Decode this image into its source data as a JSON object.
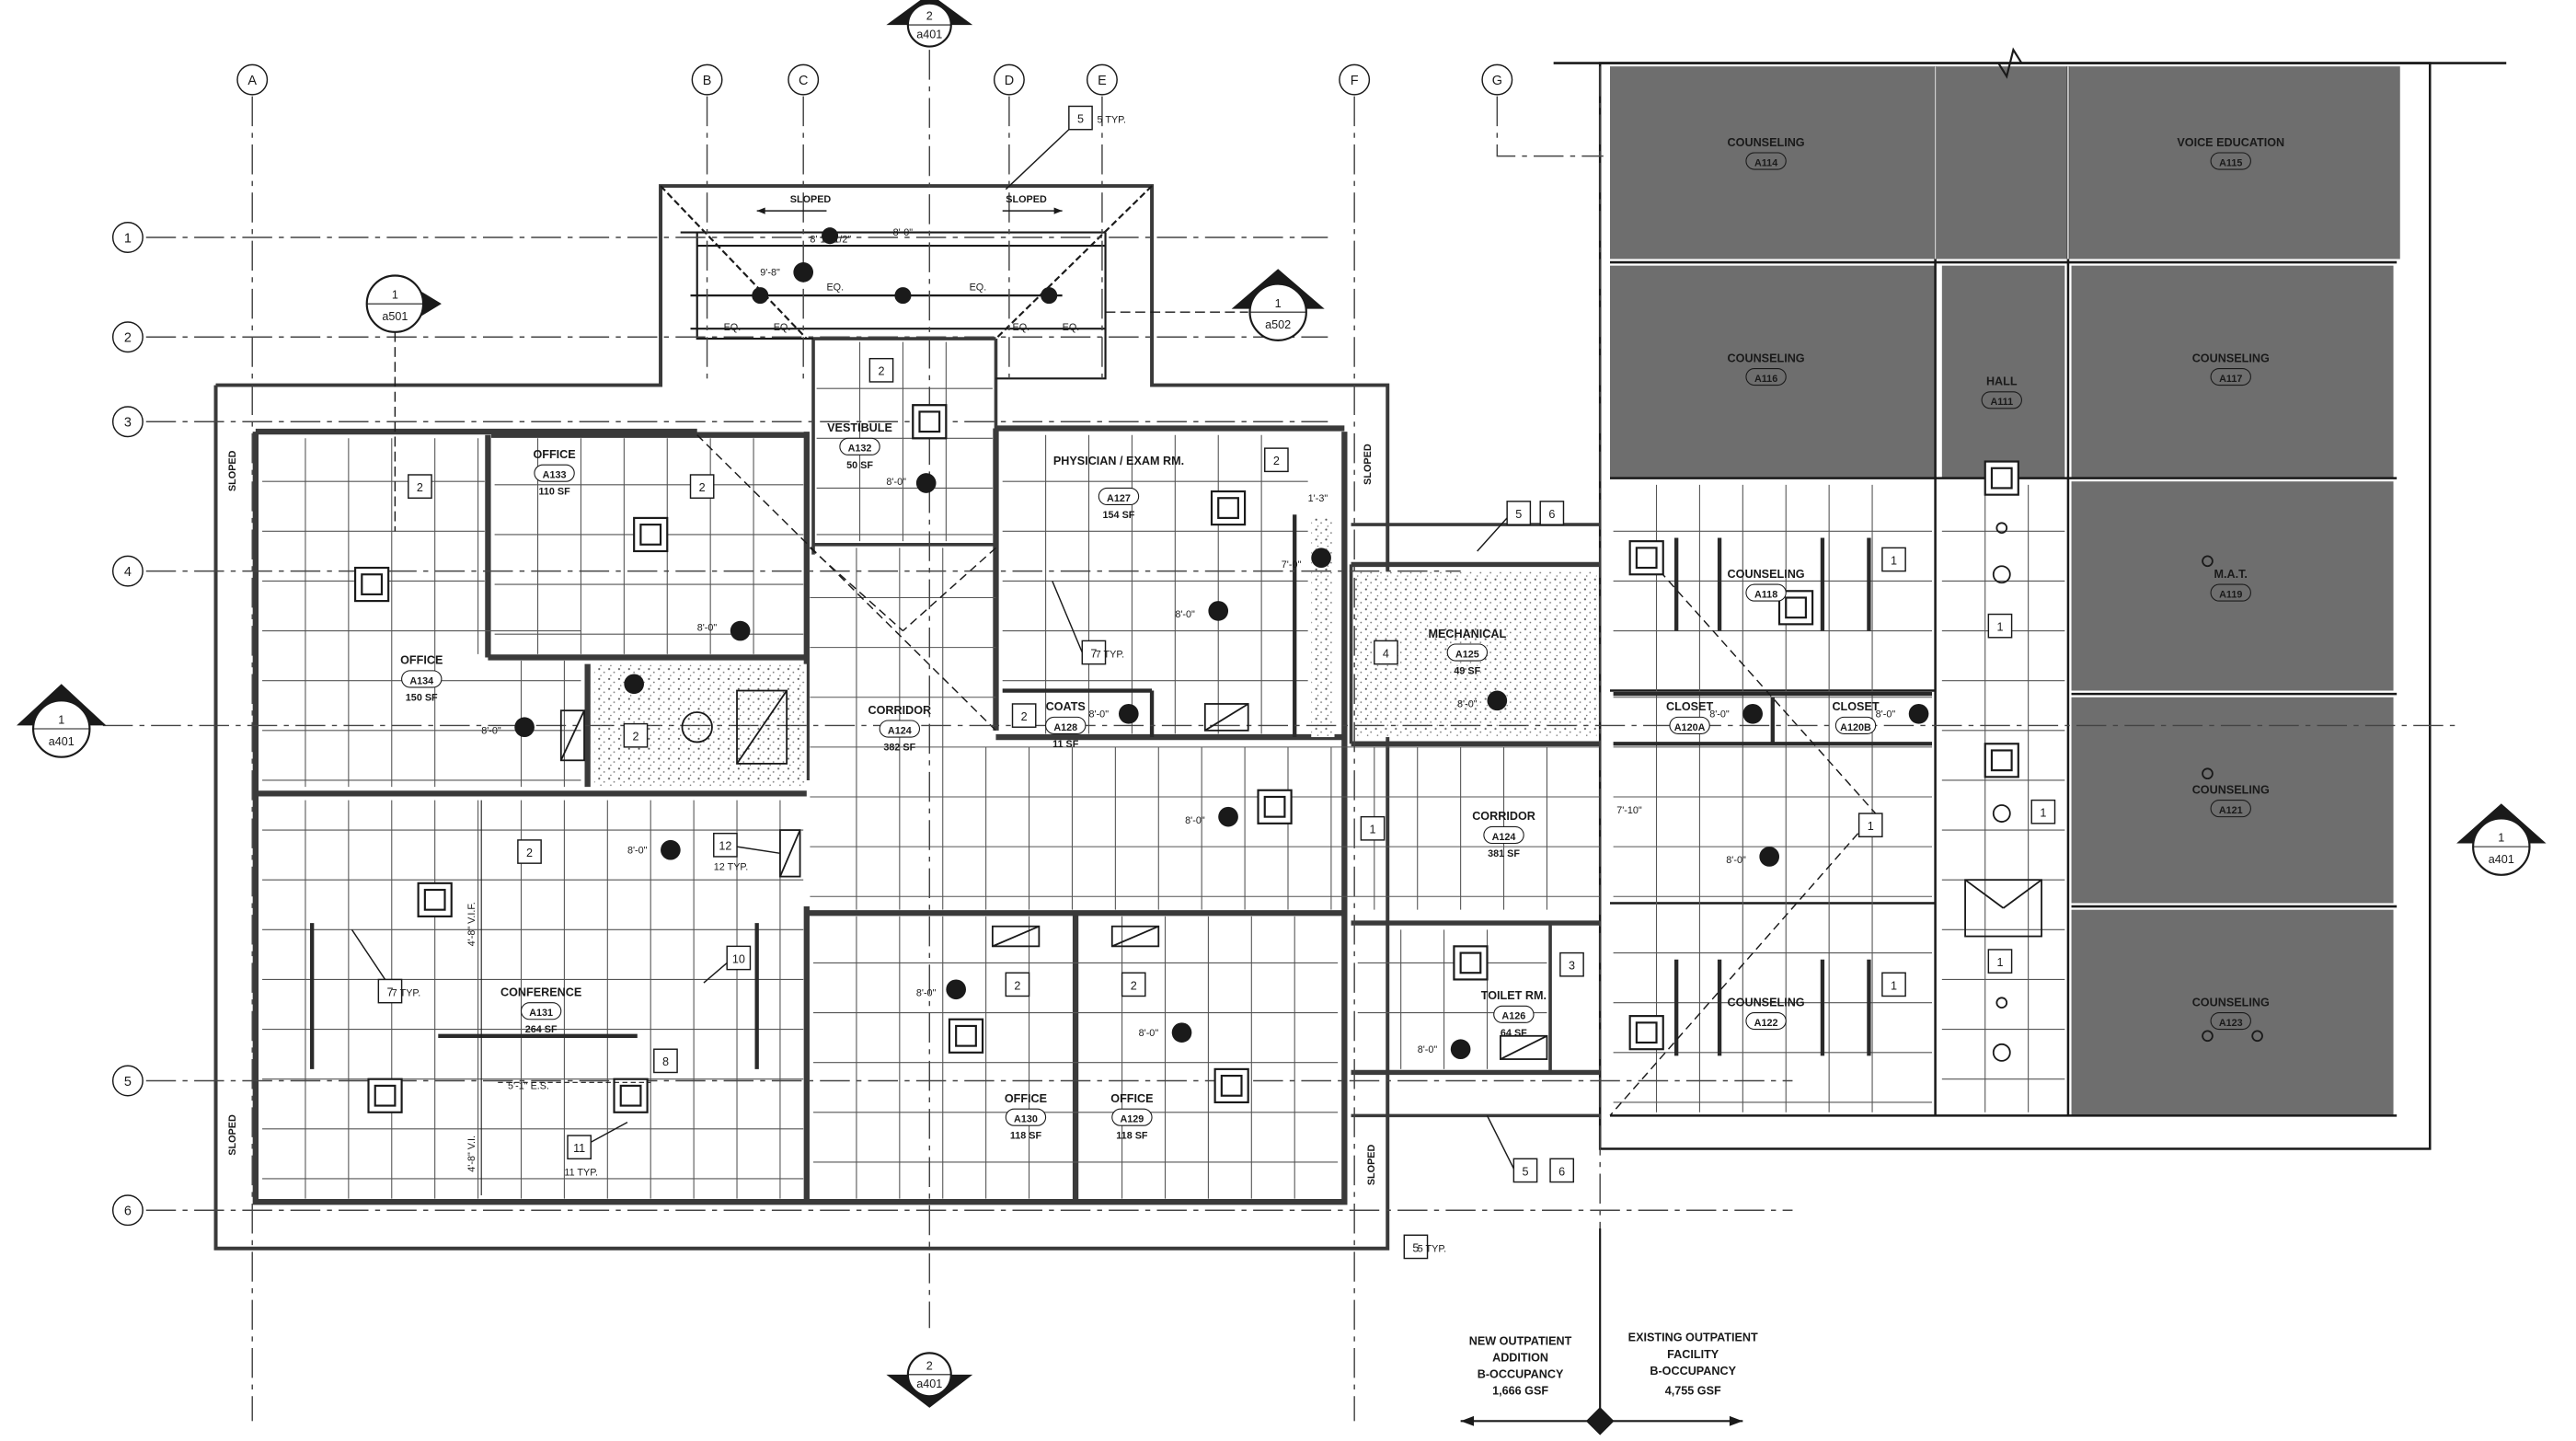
{
  "colors": {
    "line": "#1a1a1a",
    "wall": "#3a3a3a",
    "existing_fill": "#6e6e6e",
    "paper": "#ffffff",
    "stipple": "#d8d8d8"
  },
  "grid_columns": [
    "A",
    "B",
    "C",
    "D",
    "E",
    "F",
    "G"
  ],
  "grid_rows": [
    "1",
    "2",
    "3",
    "4",
    "5",
    "6"
  ],
  "section_marks": [
    {
      "num": "2",
      "sheet": "a401"
    },
    {
      "num": "2",
      "sheet": "a401"
    },
    {
      "num": "1",
      "sheet": "a501"
    },
    {
      "num": "1",
      "sheet": "a502"
    },
    {
      "num": "1",
      "sheet": "a401"
    },
    {
      "num": "1",
      "sheet": "a401"
    }
  ],
  "rooms_new": [
    {
      "name": "OFFICE",
      "number": "A133",
      "area": "110 SF"
    },
    {
      "name": "OFFICE",
      "number": "A134",
      "area": "150 SF"
    },
    {
      "name": "VESTIBULE",
      "number": "A132",
      "area": "50 SF"
    },
    {
      "name": "PHYSICIAN / EXAM RM.",
      "number": "A127",
      "area": "154 SF"
    },
    {
      "name": "CORRIDOR",
      "number": "A124",
      "area": "382 SF"
    },
    {
      "name": "COATS",
      "number": "A128",
      "area": "11 SF"
    },
    {
      "name": "MECHANICAL",
      "number": "A125",
      "area": "49 SF"
    },
    {
      "name": "CONFERENCE",
      "number": "A131",
      "area": "264 SF"
    },
    {
      "name": "OFFICE",
      "number": "A130",
      "area": "118 SF"
    },
    {
      "name": "OFFICE",
      "number": "A129",
      "area": "118 SF"
    },
    {
      "name": "TOILET RM.",
      "number": "A126",
      "area": "64 SF"
    },
    {
      "name": "CORRIDOR",
      "number": "A124",
      "area": "381 SF"
    }
  ],
  "rooms_existing": [
    {
      "name": "COUNSELING",
      "number": "A114"
    },
    {
      "name": "VOICE EDUCATION",
      "number": "A115"
    },
    {
      "name": "COUNSELING",
      "number": "A116"
    },
    {
      "name": "HALL",
      "number": "A111"
    },
    {
      "name": "COUNSELING",
      "number": "A117"
    },
    {
      "name": "COUNSELING",
      "number": "A118"
    },
    {
      "name": "M.A.T.",
      "number": "A119"
    },
    {
      "name": "CLOSET",
      "number": "A120A"
    },
    {
      "name": "CLOSET",
      "number": "A120B"
    },
    {
      "name": "COUNSELING",
      "number": "A121"
    },
    {
      "name": "COUNSELING",
      "number": "A122"
    },
    {
      "name": "COUNSELING",
      "number": "A123"
    }
  ],
  "sloped_notes": [
    "SLOPED",
    "SLOPED",
    "SLOPED",
    "SLOPED",
    "SLOPED",
    "SLOPED"
  ],
  "ceiling_heights": [
    "9'-8\"",
    "8'-0\"",
    "8'-0\"",
    "8'-0\"",
    "8'-0\"",
    "8'-0\"",
    "8'-0\"",
    "8'-0\"",
    "7'-0\"",
    "8'-0\"",
    "8'-0\"",
    "8'-0\"",
    "8'-0\"",
    "8'-0\"",
    "7'-10\"",
    "8'-0\"",
    "8'-0\"",
    "8'-0\""
  ],
  "dimension_notes": [
    "8' 11-1/2\"",
    "EQ.",
    "EQ.",
    "EQ.",
    "EQ.",
    "EQ.",
    "EQ.",
    "4'-8\" V.I.F.",
    "4'-8\" V.I.",
    "5'-1\" E.S.",
    "1'-3\""
  ],
  "tags": [
    "5 TYP.",
    "7 TYP.",
    "12 TYP.",
    "7 TYP.",
    "11 TYP.",
    "5 TYP.",
    "10",
    "8",
    "5",
    "6",
    "5",
    "6",
    "4"
  ],
  "occupancy_new": [
    "NEW OUTPATIENT",
    "ADDITION",
    "B-OCCUPANCY",
    "1,666 GSF"
  ],
  "occupancy_existing": [
    "EXISTING OUTPATIENT",
    "FACILITY",
    "B-OCCUPANCY",
    "4,755 GSF"
  ]
}
